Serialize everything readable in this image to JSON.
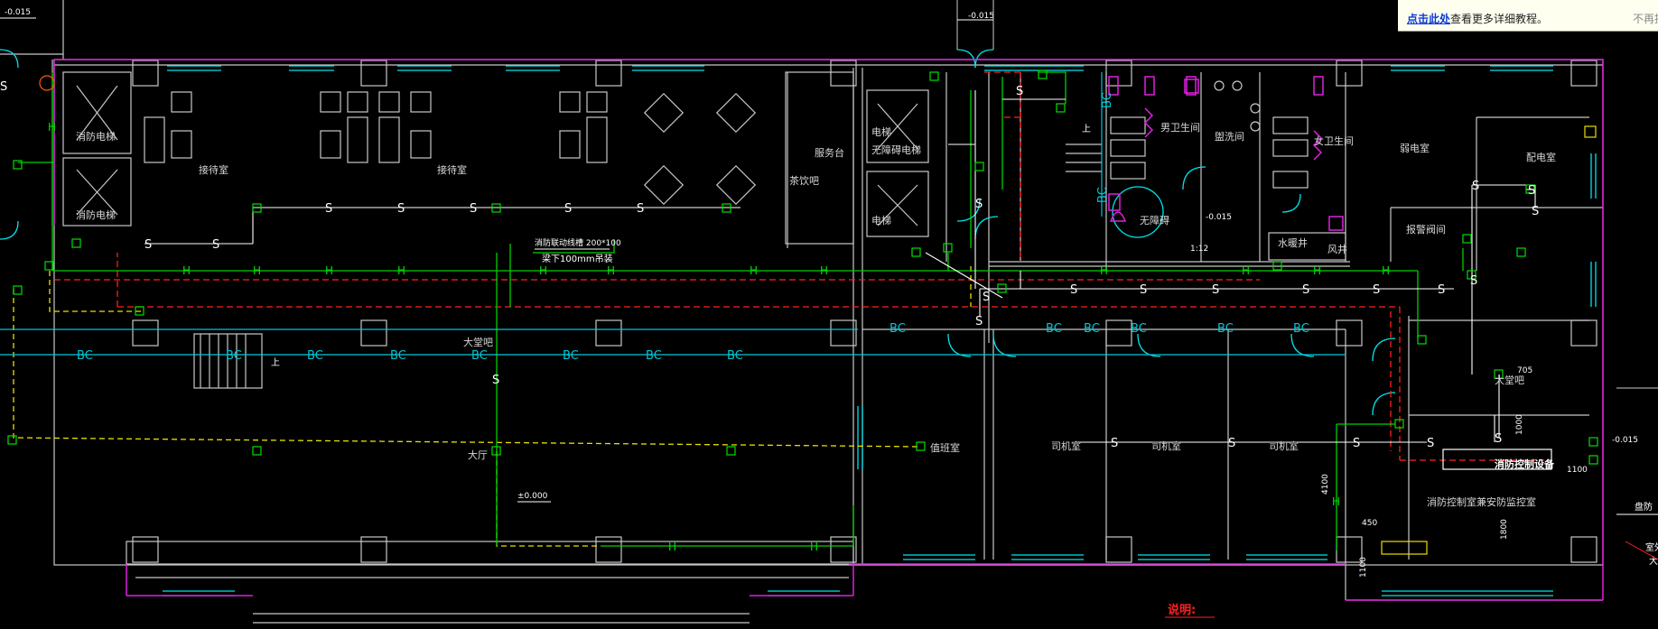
{
  "notification": {
    "link_text": "点击此处",
    "message": "查看更多详细教程。",
    "dismiss_text": "不再提"
  },
  "drawing": {
    "labels": {
      "fire_elevator_1": "消防电梯",
      "fire_elevator_2": "消防电梯",
      "reception_1": "接待室",
      "reception_2": "接待室",
      "service_desk": "服务台",
      "tea_bar": "茶饮吧",
      "barrier_free_elevator": "无障碍电梯",
      "elevator_side": "电梯",
      "male_wc": "男卫生间",
      "female_wc": "女卫生间",
      "washroom": "盥洗间",
      "barrier_free": "无障碍",
      "water_well": "水暖井",
      "wind_well": "风井",
      "weak_room": "弱电室",
      "power_room": "配电室",
      "alarm_valve_room": "报警阀间",
      "hall": "大厅",
      "duty_room": "值班室",
      "driver_room_1": "司机室",
      "driver_room_2": "司机室",
      "driver_room_3": "司机室",
      "reception_hall": "大堂吧",
      "fire_control_eq": "消防控制设备",
      "fire_control_room": "消防控制室兼安防监控室",
      "cable_note": "消防联动线槽 200*100",
      "cable_note2": "梁下100mm吊装",
      "explain": "说明:",
      "level_zero": "±0.000",
      "lvl_1": "-0.015",
      "lvl_2": "-0.015",
      "lvl_3": "-0.015",
      "lvl_4": "-0.015",
      "dim_1000": "1000",
      "dim_4100": "4100",
      "dim_450": "450",
      "dim_1100": "1100",
      "dim_1800": "1800",
      "dim_705": "705",
      "stair_up_1": "上",
      "stair_up_2": "上",
      "slope": "1:12",
      "side_1": "盘防",
      "side_2": "室外",
      "side_3": "大"
    },
    "symbol_s": "S",
    "symbol_h": "H",
    "symbol_bc": "BC",
    "colors": {
      "background": "#000000",
      "wall": "#c8c8c8",
      "window": "#00e5ee",
      "outer_wall": "#e020e0",
      "green_wire": "#00d000",
      "red_dash": "#ff2020",
      "yellow_dash": "#e8e000",
      "cyan_wire": "#00c8d8",
      "white_wire": "#ffffff"
    }
  }
}
